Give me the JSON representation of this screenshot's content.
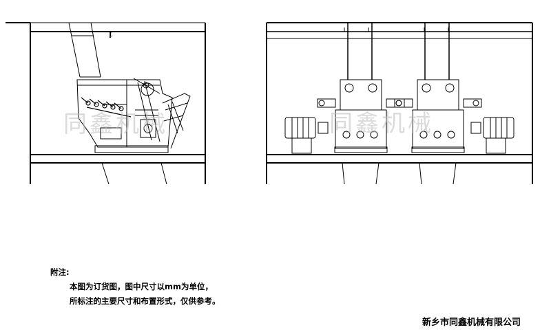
{
  "watermark": {
    "left_text": "同鑫机械",
    "right_text": "同鑫机械"
  },
  "label_marker": "I",
  "notes": {
    "title": "附注:",
    "line1": "本图为订货图，图中尺寸以mm为单位，",
    "line2": "所标注的主要尺寸和布置形式，仅供参考。"
  },
  "company": "新乡市同鑫机械有限公司",
  "colors": {
    "line": "#000000",
    "watermark": "#bcbcbc",
    "background": "#ffffff"
  }
}
